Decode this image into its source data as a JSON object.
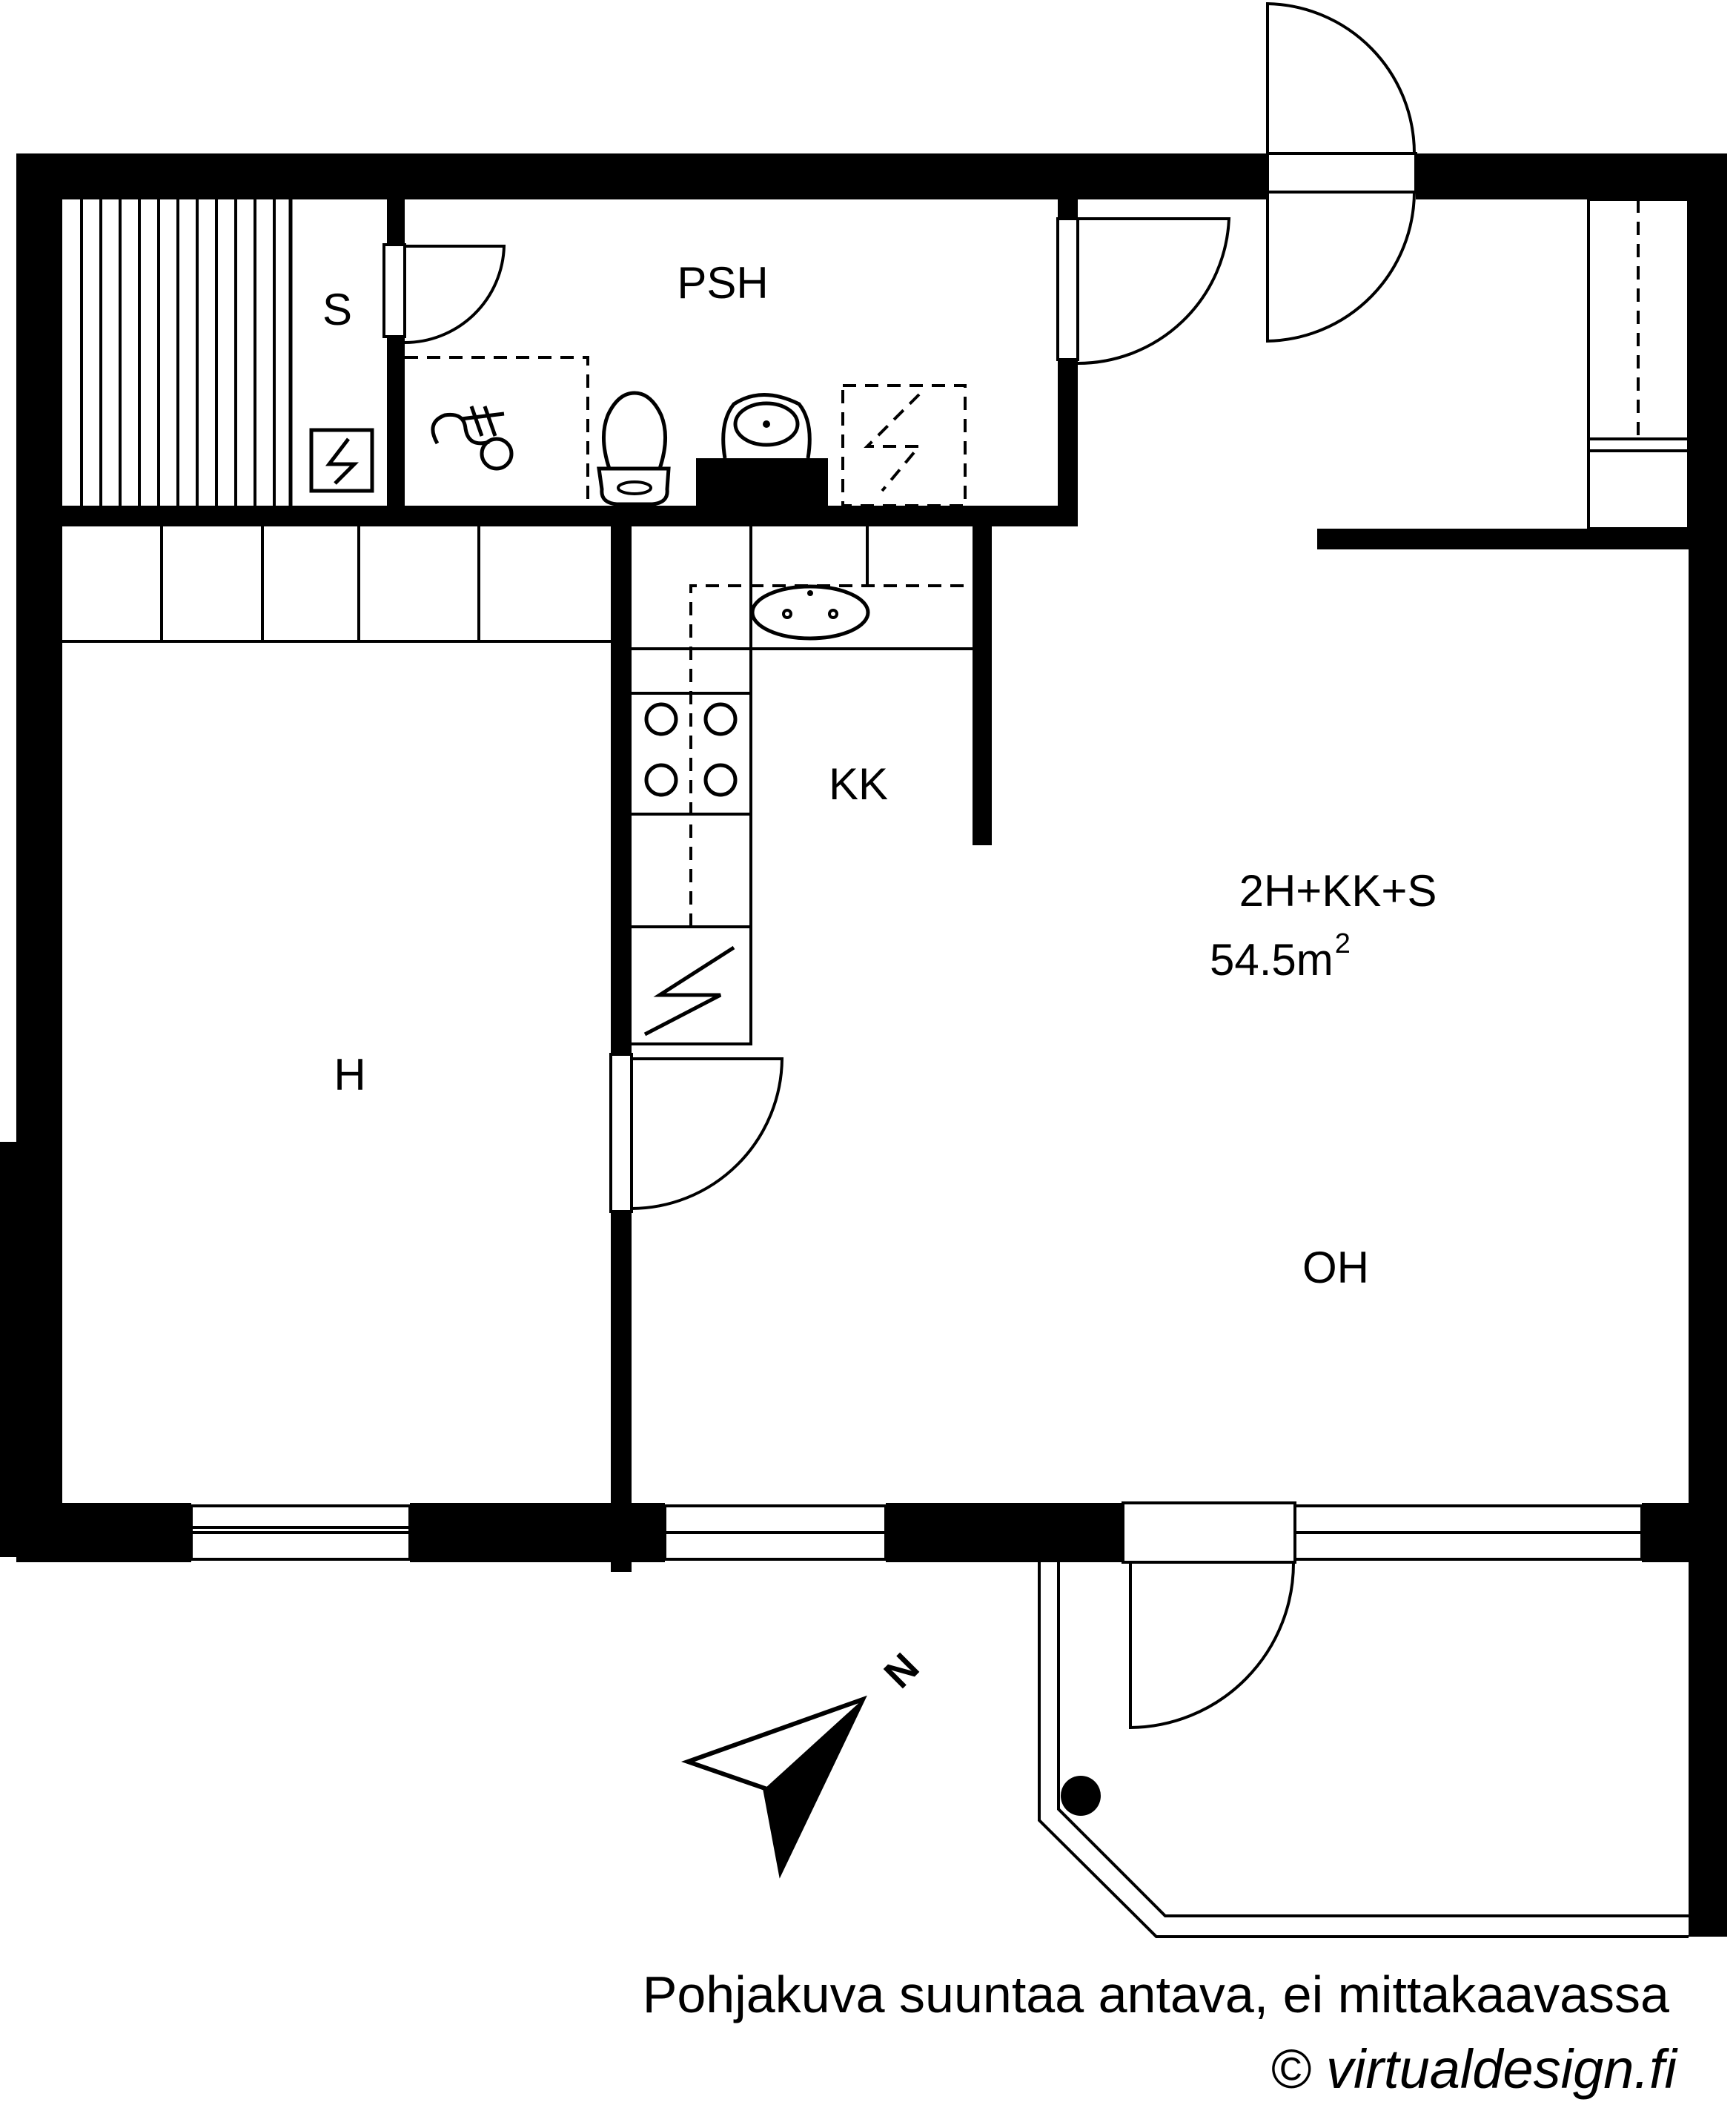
{
  "rooms": {
    "psh": "PSH",
    "sauna": "S",
    "kitchen": "KK",
    "bedroom": "H",
    "living": "OH"
  },
  "apartment": {
    "type": "2H+KK+S",
    "area_value": "54.5m",
    "area_superscript": "2"
  },
  "compass": {
    "north_label": "N"
  },
  "footer": {
    "caption": "Pohjakuva suuntaa antava, ei mittakaavassa",
    "credit": "© virtualdesign.fi"
  }
}
